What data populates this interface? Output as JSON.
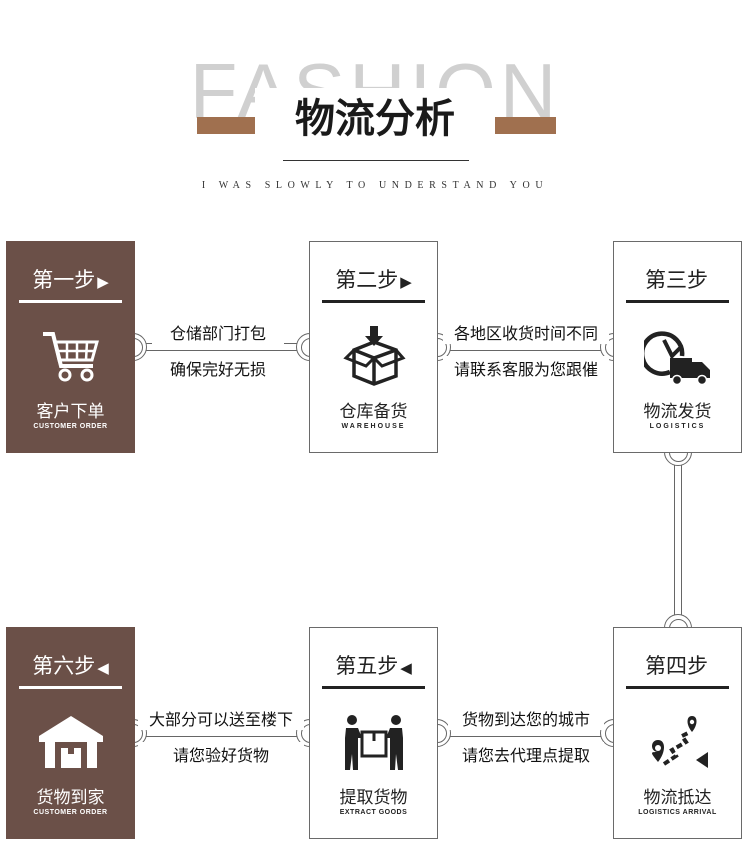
{
  "header": {
    "bg_word": "FASHION",
    "title": "物流分析",
    "subtitle": "I WAS SLOWLY TO UNDERSTAND YOU",
    "accent_color": "#a0704f"
  },
  "steps": [
    {
      "step": "第一步",
      "arrow": "▶",
      "name": "客户下单",
      "en": "CUSTOMER ORDER",
      "icon": "shopping-cart-icon"
    },
    {
      "step": "第二步",
      "arrow": "▶",
      "name": "仓库备货",
      "en": "WAREHOUSE",
      "icon": "package-box-icon"
    },
    {
      "step": "第三步",
      "arrow": "",
      "name": "物流发货",
      "en": "LOGISTICS",
      "icon": "delivery-truck-icon"
    },
    {
      "step": "第四步",
      "arrow": "",
      "name": "物流抵达",
      "en": "LOGISTICS ARRIVAL",
      "icon": "map-route-icon"
    },
    {
      "step": "第五步",
      "arrow": "◀",
      "name": "提取货物",
      "en": "EXTRACT GOODS",
      "icon": "people-carrying-box-icon"
    },
    {
      "step": "第六步",
      "arrow": "◀",
      "name": "货物到家",
      "en": "CUSTOMER ORDER",
      "icon": "home-garage-icon"
    }
  ],
  "connectors": {
    "c12": [
      "仓储部门打包",
      "确保完好无损"
    ],
    "c23": [
      "各地区收货时间不同",
      "请联系客服为您跟催"
    ],
    "c45": [
      "货物到达您的城市",
      "请您去代理点提取"
    ],
    "c56": [
      "大部分可以送至楼下",
      "请您验好货物"
    ]
  },
  "colors": {
    "dark_box": "#6b5048",
    "line": "#666666"
  }
}
